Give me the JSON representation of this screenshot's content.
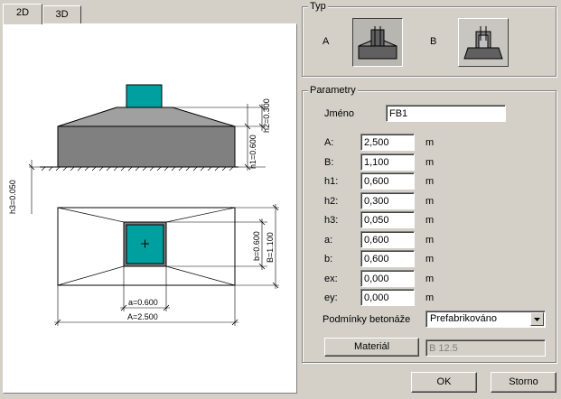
{
  "tabs": [
    {
      "label": "2D",
      "active": true
    },
    {
      "label": "3D",
      "active": false
    }
  ],
  "drawing": {
    "dim_h1": "h1=0.600",
    "dim_h2": "h2=0.300",
    "dim_h3": "h3=0.050",
    "dim_b": "b=0.600",
    "dim_B": "B=1.100",
    "dim_a": "a=0.600",
    "dim_A": "A=2.500",
    "colors": {
      "column": "#00a0a0",
      "base": "#808080",
      "slope": "#a0a0a0"
    }
  },
  "typ": {
    "title": "Typ",
    "option_a": "A",
    "option_b": "B",
    "selected": "A"
  },
  "parametry": {
    "title": "Parametry",
    "name_label": "Jméno",
    "name_value": "FB1",
    "unit": "m",
    "fields": [
      {
        "label": "A:",
        "value": "2,500"
      },
      {
        "label": "B:",
        "value": "1,100"
      },
      {
        "label": "h1:",
        "value": "0,600"
      },
      {
        "label": "h2:",
        "value": "0,300"
      },
      {
        "label": "h3:",
        "value": "0,050"
      },
      {
        "label": "a:",
        "value": "0,600"
      },
      {
        "label": "b:",
        "value": "0,600"
      },
      {
        "label": "ex:",
        "value": "0,000"
      },
      {
        "label": "ey:",
        "value": "0,000"
      }
    ],
    "conditions_label": "Podmínky betonáže",
    "conditions_value": "Prefabrikováno",
    "material_button": "Materiál",
    "material_value": "B 12.5"
  },
  "buttons": {
    "ok": "OK",
    "cancel": "Storno"
  }
}
